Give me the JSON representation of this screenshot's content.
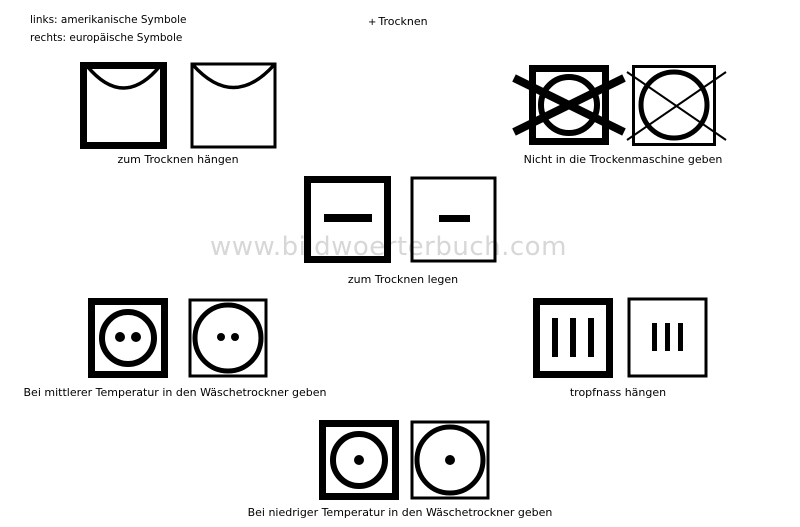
{
  "header": {
    "legend_left": "links: amerikanische Symbole",
    "legend_right": "rechts: europäische Symbole",
    "breadcrumb_marker": "+",
    "breadcrumb": "Trocknen"
  },
  "watermark": "www.bildwoerterbuch.com",
  "groups": {
    "hang_dry": "zum Trocknen hängen",
    "do_not_tumble": "Nicht in die Trockenmaschine geben",
    "dry_flat": "zum Trocknen legen",
    "tumble_medium": "Bei mittlerer Temperatur in den Wäschetrockner geben",
    "drip_dry": "tropfnass hängen",
    "tumble_low": "Bei niedriger Temperatur in den Wäschetrockner geben"
  },
  "colors": {
    "ink": "#000000",
    "watermark": "#d7d7d7",
    "background": "#ffffff"
  }
}
